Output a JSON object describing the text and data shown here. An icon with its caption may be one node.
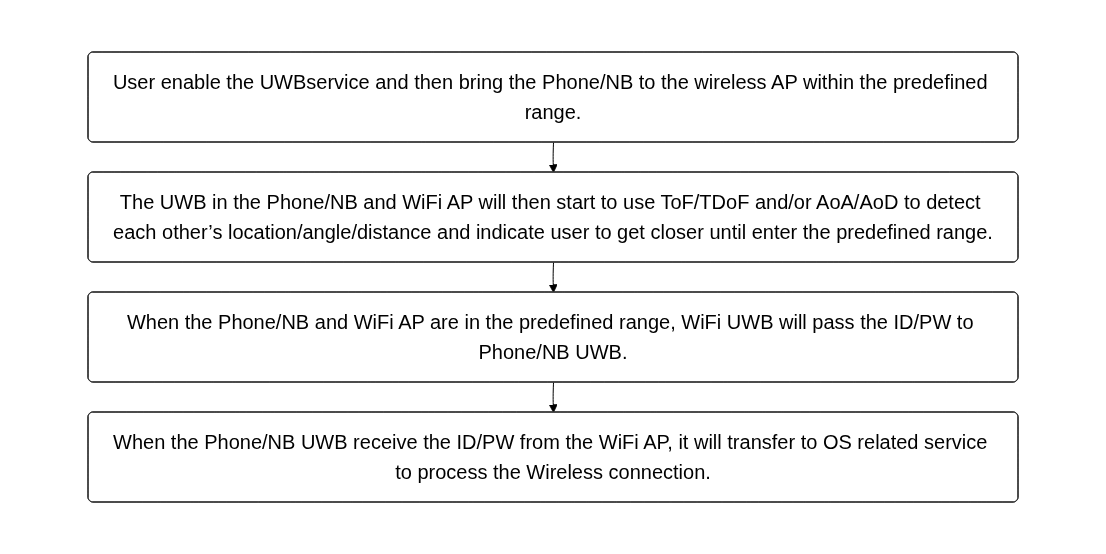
{
  "diagram": {
    "nodes": [
      {
        "text": [
          "User enable the UWBservice and then bring the Phone/NB to the wireless AP within the predefined range."
        ]
      },
      {
        "text": [
          "The UWB in the Phone/NB and WiFi AP will then start to use ToF/TDoF and/or AoA/AoD to detect each other’s location/angle/distance and indicate user to get closer until enter the predefined range."
        ]
      },
      {
        "text": [
          "When the Phone/NB and WiFi AP are in the predefined range, WiFi UWB will pass the ID/PW to Phone/NB UWB."
        ]
      },
      {
        "text": [
          "When the Phone/NB UWB receive the ID/PW from the WiFi AP, it will transfer to OS related service to process the Wireless connection."
        ]
      }
    ],
    "edges": [
      {
        "from": 0,
        "to": 1,
        "arrow": "to"
      },
      {
        "from": 1,
        "to": 2,
        "arrow": "to"
      },
      {
        "from": 2,
        "to": 3,
        "arrow": "to"
      }
    ]
  }
}
